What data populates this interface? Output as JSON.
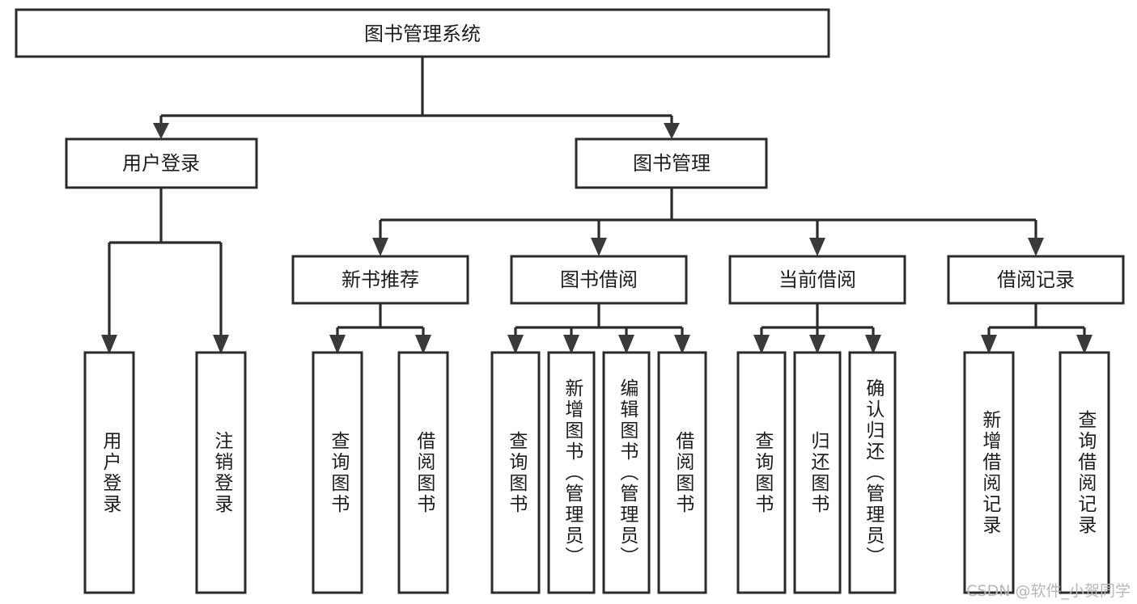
{
  "diagram": {
    "title": "图书管理系统",
    "type": "tree",
    "colors": {
      "line": "#2b2b2b",
      "box_fill": "#ffffff",
      "text": "#1d1d1d",
      "watermark": "#b7b7b7"
    },
    "root": {
      "id": "root",
      "label": "图书管理系统",
      "level": 1
    },
    "level2": [
      {
        "id": "user-login",
        "label": "用户登录",
        "level": 2
      },
      {
        "id": "book-manage",
        "label": "图书管理",
        "level": 2
      }
    ],
    "level3": [
      {
        "id": "new-book-recommend",
        "label": "新书推荐",
        "level": 3,
        "parent": "book-manage"
      },
      {
        "id": "book-borrow",
        "label": "图书借阅",
        "level": 3,
        "parent": "book-manage"
      },
      {
        "id": "current-borrow",
        "label": "当前借阅",
        "level": 3,
        "parent": "book-manage"
      },
      {
        "id": "borrow-record",
        "label": "借阅记录",
        "level": 3,
        "parent": "book-manage"
      }
    ],
    "leaves": [
      {
        "id": "leaf-user-login",
        "label": "用户登录",
        "parent": "user-login"
      },
      {
        "id": "leaf-logout-login",
        "label": "注销登录",
        "parent": "user-login"
      },
      {
        "id": "leaf-query-book-1",
        "label": "查询图书",
        "parent": "new-book-recommend"
      },
      {
        "id": "leaf-borrow-book-1",
        "label": "借阅图书",
        "parent": "new-book-recommend"
      },
      {
        "id": "leaf-query-book-2",
        "label": "查询图书",
        "parent": "book-borrow"
      },
      {
        "id": "leaf-add-book",
        "label": "新增图书（管理员）",
        "parent": "book-borrow"
      },
      {
        "id": "leaf-edit-book",
        "label": "编辑图书（管理员）",
        "parent": "book-borrow"
      },
      {
        "id": "leaf-borrow-book-2",
        "label": "借阅图书",
        "parent": "book-borrow"
      },
      {
        "id": "leaf-query-book-3",
        "label": "查询图书",
        "parent": "current-borrow"
      },
      {
        "id": "leaf-return-book",
        "label": "归还图书",
        "parent": "current-borrow"
      },
      {
        "id": "leaf-confirm-return",
        "label": "确认归还（管理员）",
        "parent": "current-borrow"
      },
      {
        "id": "leaf-add-record",
        "label": "新增借阅记录",
        "parent": "borrow-record"
      },
      {
        "id": "leaf-query-record",
        "label": "查询借阅记录",
        "parent": "borrow-record"
      }
    ]
  },
  "watermark": {
    "text": "CSDN @软件_小贺同学"
  }
}
